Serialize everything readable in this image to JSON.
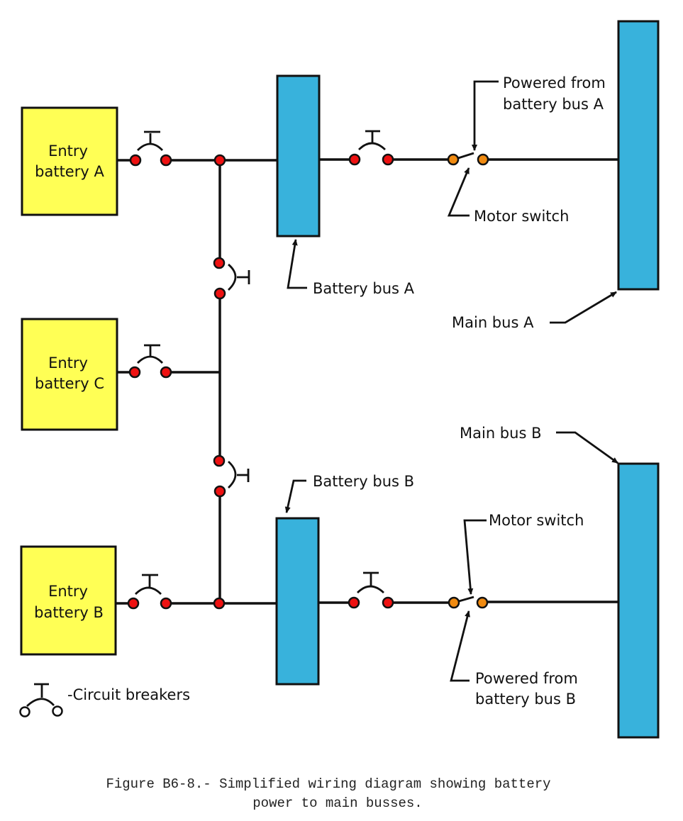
{
  "figure": {
    "caption_line1": "Figure B6-8.- Simplified wiring diagram showing battery",
    "caption_line2": "power to main busses."
  },
  "batteries": [
    {
      "id": "A",
      "line1": "Entry",
      "line2": "battery A"
    },
    {
      "id": "C",
      "line1": "Entry",
      "line2": "battery C"
    },
    {
      "id": "B",
      "line1": "Entry",
      "line2": "battery B"
    }
  ],
  "labels": {
    "battery_bus_a": "Battery bus A",
    "battery_bus_b": "Battery bus B",
    "main_bus_a": "Main bus A",
    "main_bus_b": "Main bus B",
    "powered_a_line1": "Powered from",
    "powered_a_line2": "battery bus A",
    "powered_b_line1": "Powered from",
    "powered_b_line2": "battery bus B",
    "motor_switch_a": "Motor switch",
    "motor_switch_b": "Motor switch"
  },
  "legend": {
    "circuit_breakers": "-Circuit breakers"
  },
  "colors": {
    "battery_fill": "#ffff55",
    "bus_fill": "#38b2dc",
    "breaker_terminal": "#ee1111",
    "switch_terminal": "#f08a10"
  }
}
